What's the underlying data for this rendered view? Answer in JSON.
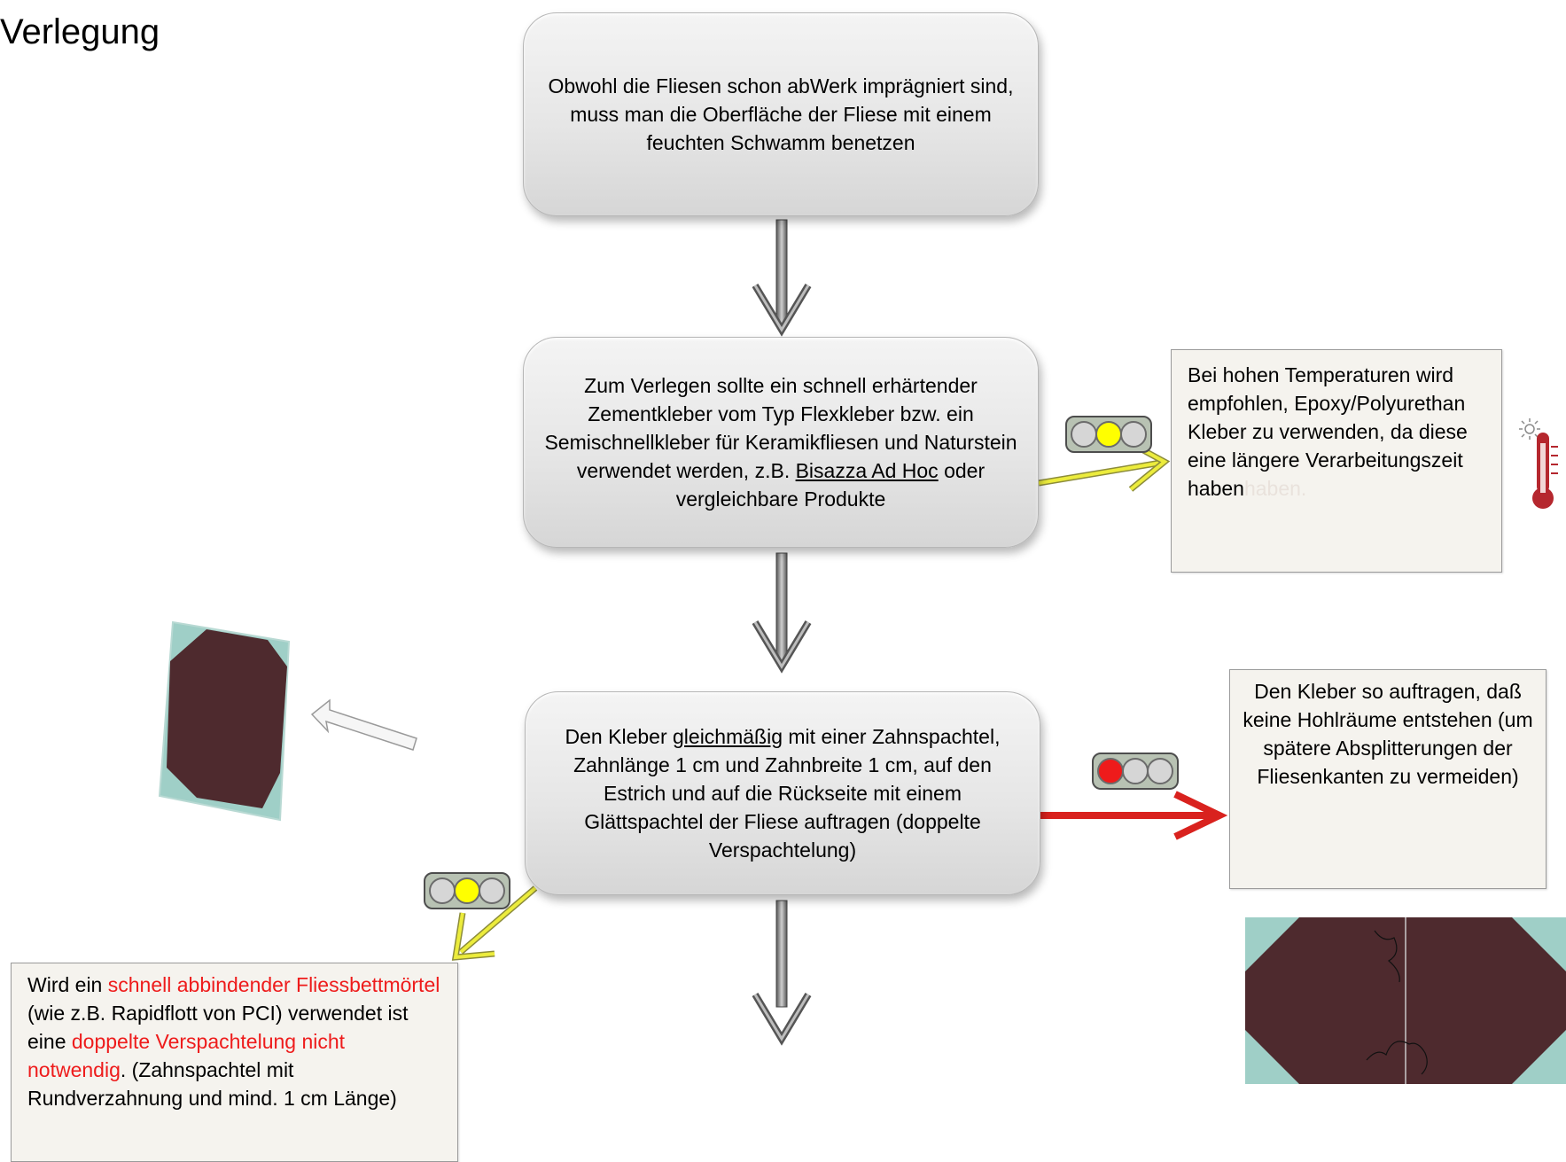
{
  "page": {
    "title": "Verlegung"
  },
  "steps": [
    {
      "text": "Obwohl die Fliesen schon abWerk imprägniert sind, muss man die Oberfläche der Fliese mit einem feuchten Schwamm benetzen"
    },
    {
      "text_1": "Zum Verlegen sollte ein  schnell erhärtender Zementkleber vom Typ Flexkleber bzw. ein Semischnellkleber für Keramikfliesen und Naturstein verwendet werden, z.B. ",
      "link": "Bisazza Ad Hoc",
      "text_2": " oder vergleichbare Produkte"
    },
    {
      "text_1": "Den Kleber ",
      "emphasis": "gleichmäßig",
      "text_2": " mit einer Zahnspachtel, Zahnlänge 1 cm und Zahnbreite 1 cm, auf den Estrich und auf die Rückseite mit einem Glättspachtel der Fliese auftragen (doppelte Verspachtelung)"
    }
  ],
  "notes": {
    "temperature": {
      "text": "Bei hohen Temperaturen wird empfohlen, Epoxy/Polyurethan Kleber zu verwenden, da diese eine längere Verarbeitungszeit haben",
      "ghost": "haben."
    },
    "hollow": {
      "text": "Den Kleber so auftragen, daß keine Hohlräume entstehen  (um spätere Absplitterungen  der Fliesenkanten zu vermeiden)"
    },
    "mortar": {
      "t1": "Wird ein ",
      "r1": "schnell abbindender Fliessbettmörtel",
      "t2": " (wie z.B. Rapidflott von PCI) verwendet ist eine ",
      "r2": "doppelte Verspachtelung nicht notwendig",
      "t3": ". (Zahnspachtel mit Rundverzahnung und mind. 1 cm Länge)"
    }
  },
  "signals": [
    {
      "active": "yellow",
      "lit_index": 1
    },
    {
      "active": "red",
      "lit_index": 0
    },
    {
      "active": "yellow",
      "lit_index": 1
    }
  ],
  "colors": {
    "yellow": "#ffff00",
    "red": "#ee1b1b",
    "tile_body": "#4e2a2e",
    "tile_corner": "#9fcfc7",
    "thermometer": "#b5272e"
  },
  "icons": [
    "thermometer-sun-icon",
    "tile-icon",
    "tile-pair-icon",
    "traffic-light-icon"
  ]
}
